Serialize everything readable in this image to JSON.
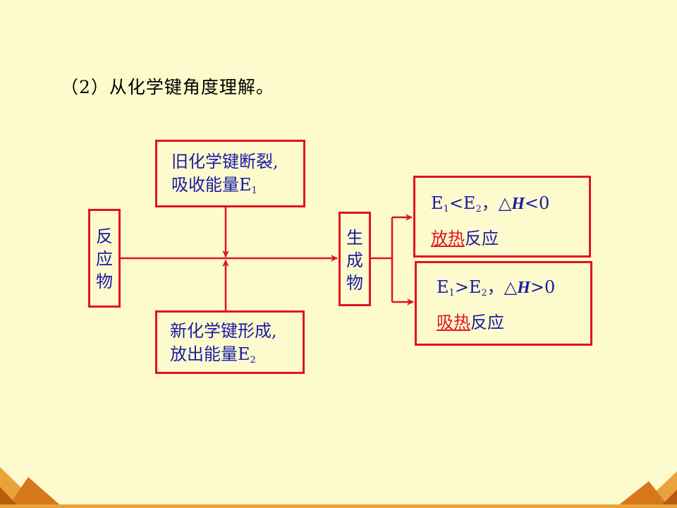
{
  "title": "（2）从化学键角度理解。",
  "nodes": {
    "reactants": [
      "反",
      "应",
      "物"
    ],
    "products": [
      "生",
      "成",
      "物"
    ],
    "break_bonds": {
      "line1": "旧化学键断裂,",
      "line2_prefix": "吸收能量E",
      "line2_sub": "1"
    },
    "form_bonds": {
      "line1": "新化学键形成,",
      "line2_prefix": "放出能量E",
      "line2_sub": "2"
    },
    "exothermic": {
      "e1": "E",
      "sub1": "1",
      "op": "<",
      "e2": "E",
      "sub2": "2",
      "sep": "，△",
      "h": "H",
      "cond": "<0",
      "label_red": "放热",
      "label_rest": "反应"
    },
    "endothermic": {
      "e1": "E",
      "sub1": "1",
      "op": ">",
      "e2": "E",
      "sub2": "2",
      "sep": "，△",
      "h": "H",
      "cond": ">0",
      "label_red": "吸热",
      "label_rest": "反应"
    }
  },
  "colors": {
    "background": "#fdfbcd",
    "border": "#e0141e",
    "text": "#1a1aa8",
    "accent": "#e0141e"
  }
}
